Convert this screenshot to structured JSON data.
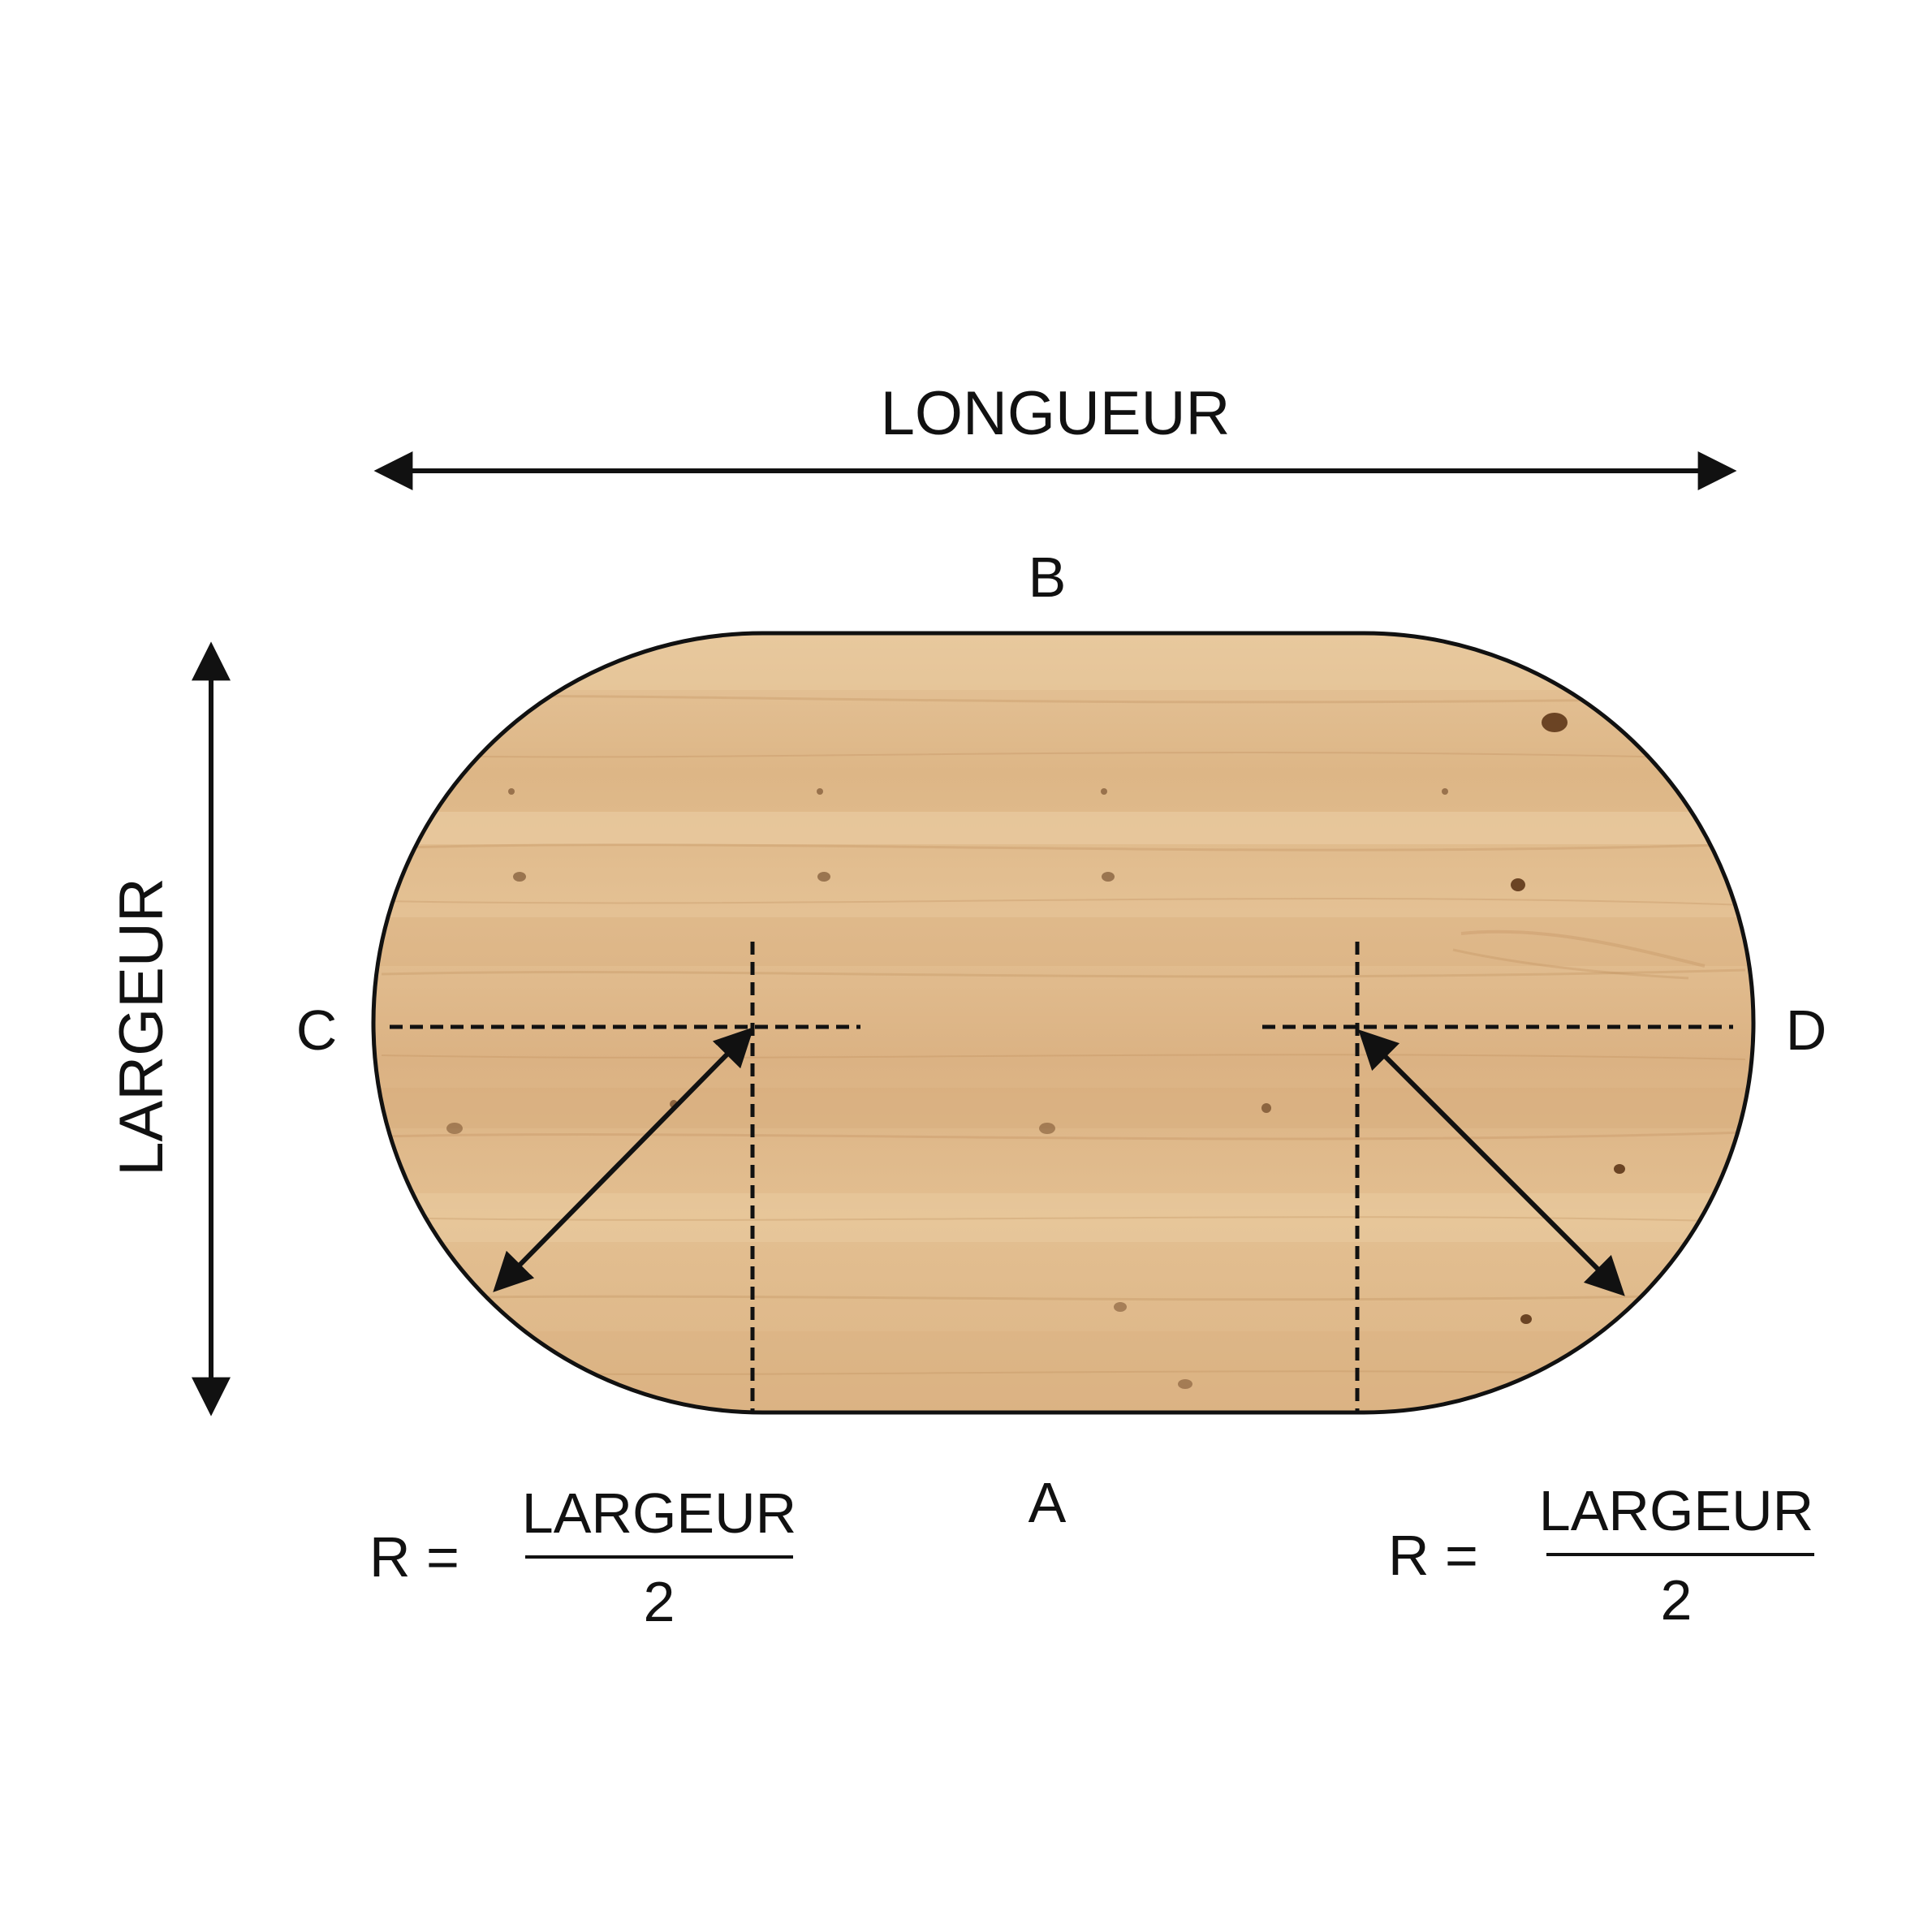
{
  "labels": {
    "length": "LONGUEUR",
    "width": "LARGEUR",
    "top": "B",
    "bottom": "A",
    "left": "C",
    "right": "D"
  },
  "formula_left": {
    "lhs": "R =",
    "numerator": "LARGEUR",
    "denominator": "2"
  },
  "formula_right": {
    "lhs": "R =",
    "numerator": "LARGEUR",
    "denominator": "2"
  },
  "colors": {
    "wood": "#e2bd8e",
    "wood_light": "#ebcda4",
    "wood_dark": "#d4a979",
    "outline": "#111111"
  }
}
